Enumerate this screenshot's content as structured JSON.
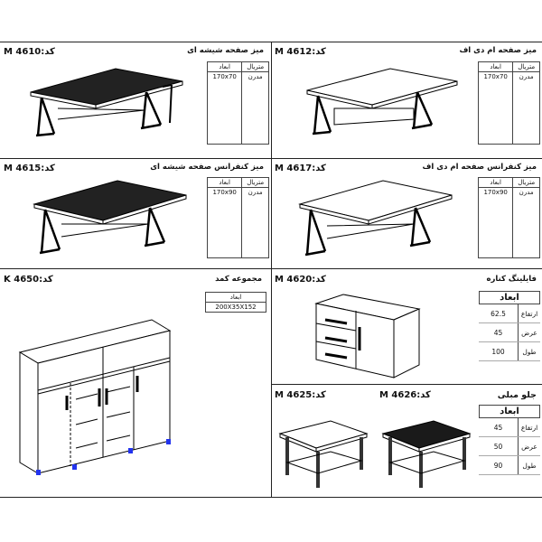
{
  "products": {
    "m4610": {
      "code": "M 4610:کد",
      "title": "میز صفحه شیشه ای",
      "col_material": "متریال",
      "col_dims": "ابعاد",
      "material": "مدرن",
      "dims": "170x70"
    },
    "m4612": {
      "code": "M 4612:کد",
      "title": "میز صفحه ام دی اف",
      "col_material": "متریال",
      "col_dims": "ابعاد",
      "material": "مدرن",
      "dims": "170x70"
    },
    "m4615": {
      "code": "M 4615:کد",
      "title": "میز کنفرانس صفحه شیشه ای",
      "col_material": "متریال",
      "col_dims": "ابعاد",
      "material": "مدرن",
      "dims": "170x90"
    },
    "m4617": {
      "code": "M 4617:کد",
      "title": "میز کنفرانس صفحه ام دی اف",
      "col_material": "متریال",
      "col_dims": "ابعاد",
      "material": "مدرن",
      "dims": "170x90"
    },
    "k4650": {
      "code": "K 4650:کد",
      "title": "مجموعه کمد",
      "col_dims": "ابعاد",
      "dims": "200X35X152"
    },
    "m4620": {
      "code": "M 4620:کد",
      "title": "فایلینگ کناره",
      "dims_header": "ابعاد",
      "rows": [
        {
          "label": "ارتفاع",
          "value": "62.5"
        },
        {
          "label": "عرض",
          "value": "45"
        },
        {
          "label": "طول",
          "value": "100"
        }
      ]
    },
    "m4625": {
      "code_left": "M 4625:کد",
      "code_right": "M 4626:کد",
      "title": "جلو مبلی",
      "dims_header": "ابعاد",
      "rows": [
        {
          "label": "ارتفاع",
          "value": "45"
        },
        {
          "label": "عرض",
          "value": "50"
        },
        {
          "label": "طول",
          "value": "90"
        }
      ]
    }
  }
}
